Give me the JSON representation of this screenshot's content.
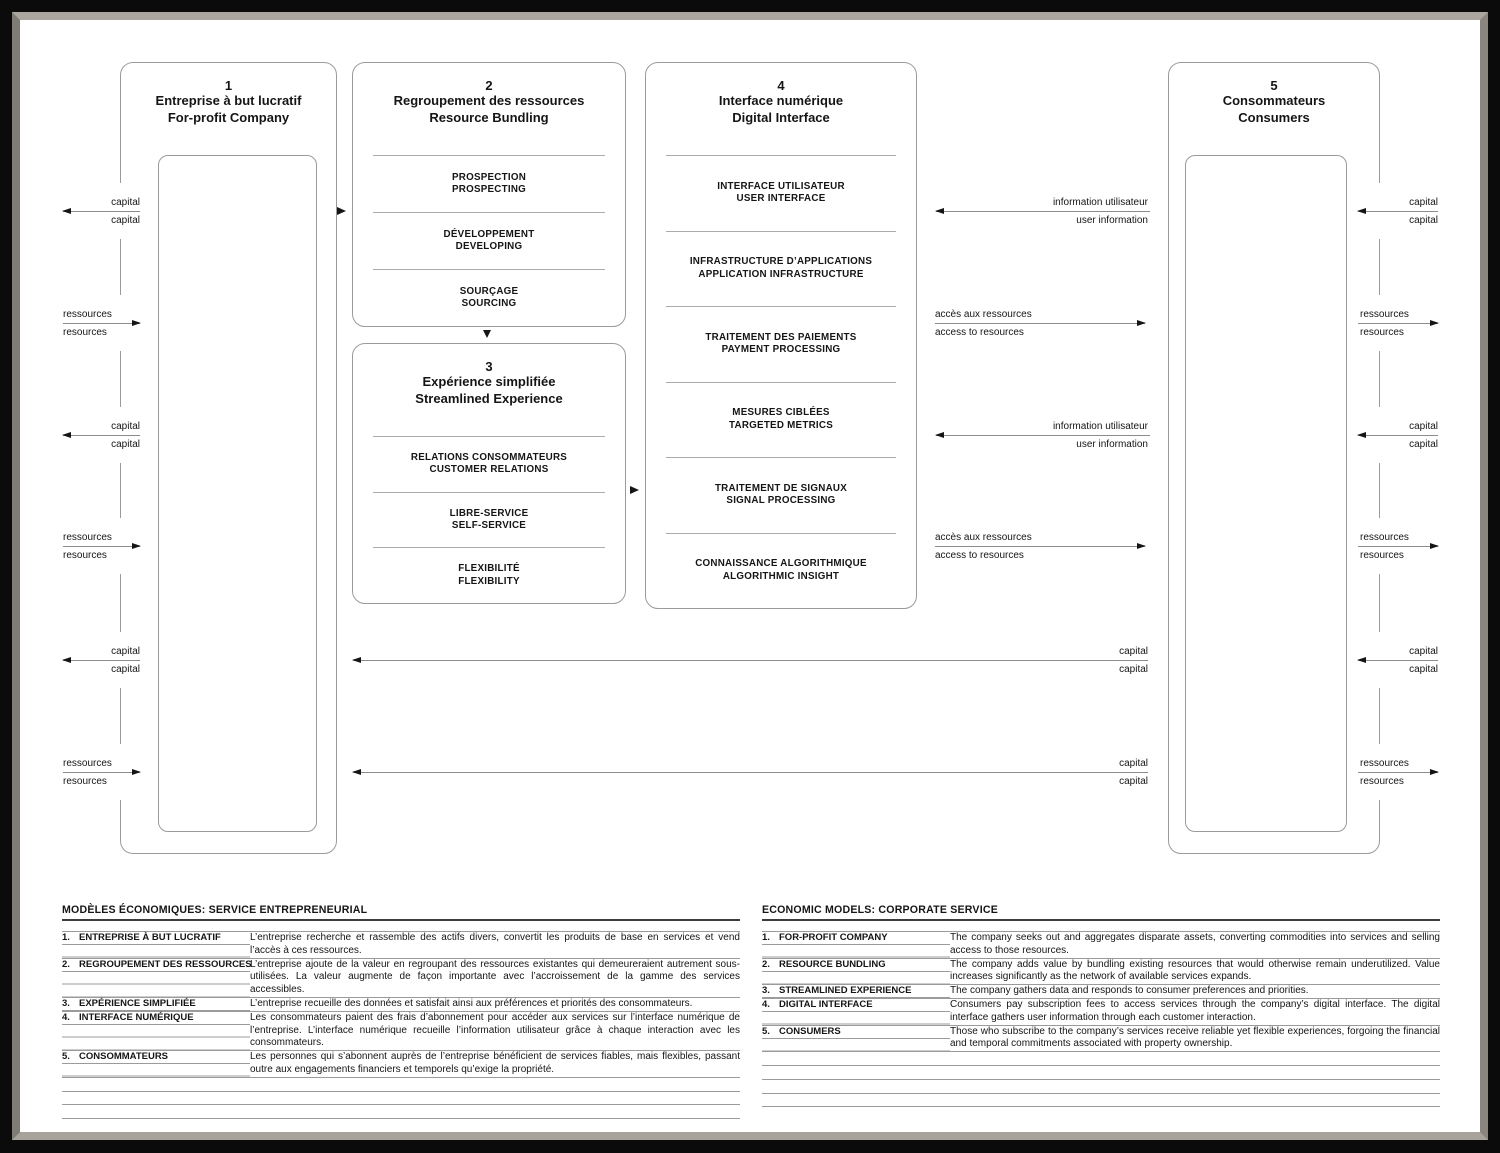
{
  "boxes": [
    {
      "num": "1",
      "title_fr": "Entreprise à but lucratif",
      "title_en": "For-profit Company",
      "items": []
    },
    {
      "num": "2",
      "title_fr": "Regroupement des ressources",
      "title_en": "Resource Bundling",
      "items": [
        {
          "fr": "PROSPECTION",
          "en": "PROSPECTING"
        },
        {
          "fr": "DÉVELOPPEMENT",
          "en": "DEVELOPING"
        },
        {
          "fr": "SOURÇAGE",
          "en": "SOURCING"
        }
      ]
    },
    {
      "num": "3",
      "title_fr": "Expérience simplifiée",
      "title_en": "Streamlined Experience",
      "items": [
        {
          "fr": "RELATIONS CONSOMMATEURS",
          "en": "CUSTOMER RELATIONS"
        },
        {
          "fr": "LIBRE-SERVICE",
          "en": "SELF-SERVICE"
        },
        {
          "fr": "FLEXIBILITÉ",
          "en": "FLEXIBILITY"
        }
      ]
    },
    {
      "num": "4",
      "title_fr": "Interface numérique",
      "title_en": "Digital Interface",
      "items": [
        {
          "fr": "INTERFACE UTILISATEUR",
          "en": "USER INTERFACE"
        },
        {
          "fr": "INFRASTRUCTURE D’APPLICATIONS",
          "en": "APPLICATION INFRASTRUCTURE"
        },
        {
          "fr": "TRAITEMENT DES PAIEMENTS",
          "en": "PAYMENT PROCESSING"
        },
        {
          "fr": "MESURES CIBLÉES",
          "en": "TARGETED METRICS"
        },
        {
          "fr": "TRAITEMENT DE SIGNAUX",
          "en": "SIGNAL PROCESSING"
        },
        {
          "fr": "CONNAISSANCE ALGORITHMIQUE",
          "en": "ALGORITHMIC INSIGHT"
        }
      ]
    },
    {
      "num": "5",
      "title_fr": "Consommateurs",
      "title_en": "Consumers",
      "items": []
    }
  ],
  "flows": {
    "capital": "capital",
    "ressources_fr": "ressources",
    "ressources_en": "resources",
    "user_info_fr": "information utilisateur",
    "user_info_en": "user information",
    "access_fr": "accès aux ressources",
    "access_en": "access to resources"
  },
  "legend_fr": {
    "header": "MODÈLES ÉCONOMIQUES: SERVICE ENTREPRENEURIAL",
    "items": [
      {
        "num": "1.",
        "title": "ENTREPRISE À BUT LUCRATIF",
        "desc": "L’entreprise recherche et rassemble des actifs divers, convertit les produits de base en services et vend l’accès à ces ressources."
      },
      {
        "num": "2.",
        "title": "REGROUPEMENT DES RESSOURCES",
        "desc": "L’entreprise ajoute de la valeur en regroupant des ressources existantes qui demeureraient autrement sous-utilisées. La valeur augmente de façon importante avec l’accroissement de la gamme des services accessibles."
      },
      {
        "num": "3.",
        "title": "EXPÉRIENCE SIMPLIFIÉE",
        "desc": "L’entreprise recueille des données et satisfait ainsi aux préférences et priorités des consommateurs."
      },
      {
        "num": "4.",
        "title": "INTERFACE NUMÉRIQUE",
        "desc": "Les consommateurs paient des frais d’abonnement pour accéder aux services sur l’interface numérique de l’entreprise. L’interface numérique recueille l’information utilisateur grâce à chaque interaction avec les consommateurs."
      },
      {
        "num": "5.",
        "title": "CONSOMMATEURS",
        "desc": "Les personnes qui s’abonnent auprès de l’entreprise bénéficient de services fiables, mais flexibles, passant outre aux engagements financiers et temporels qu’exige la propriété."
      }
    ]
  },
  "legend_en": {
    "header": "ECONOMIC MODELS: CORPORATE SERVICE",
    "items": [
      {
        "num": "1.",
        "title": "FOR-PROFIT COMPANY",
        "desc": "The company seeks out and aggregates disparate assets, converting commodities into services and selling access to those resources."
      },
      {
        "num": "2.",
        "title": "RESOURCE BUNDLING",
        "desc": "The company adds value by bundling existing resources that would otherwise remain underutilized. Value increases significantly as the network of available services expands."
      },
      {
        "num": "3.",
        "title": "STREAMLINED EXPERIENCE",
        "desc": "The company gathers data and responds to consumer preferences and priorities."
      },
      {
        "num": "4.",
        "title": "DIGITAL INTERFACE",
        "desc": "Consumers pay subscription fees to access services through the company’s digital interface. The digital interface gathers user information through each customer interaction."
      },
      {
        "num": "5.",
        "title": "CONSUMERS",
        "desc": "Those who subscribe to the company’s services receive reliable yet flexible experiences, forgoing the financial and temporal commitments associated with property ownership."
      }
    ]
  }
}
